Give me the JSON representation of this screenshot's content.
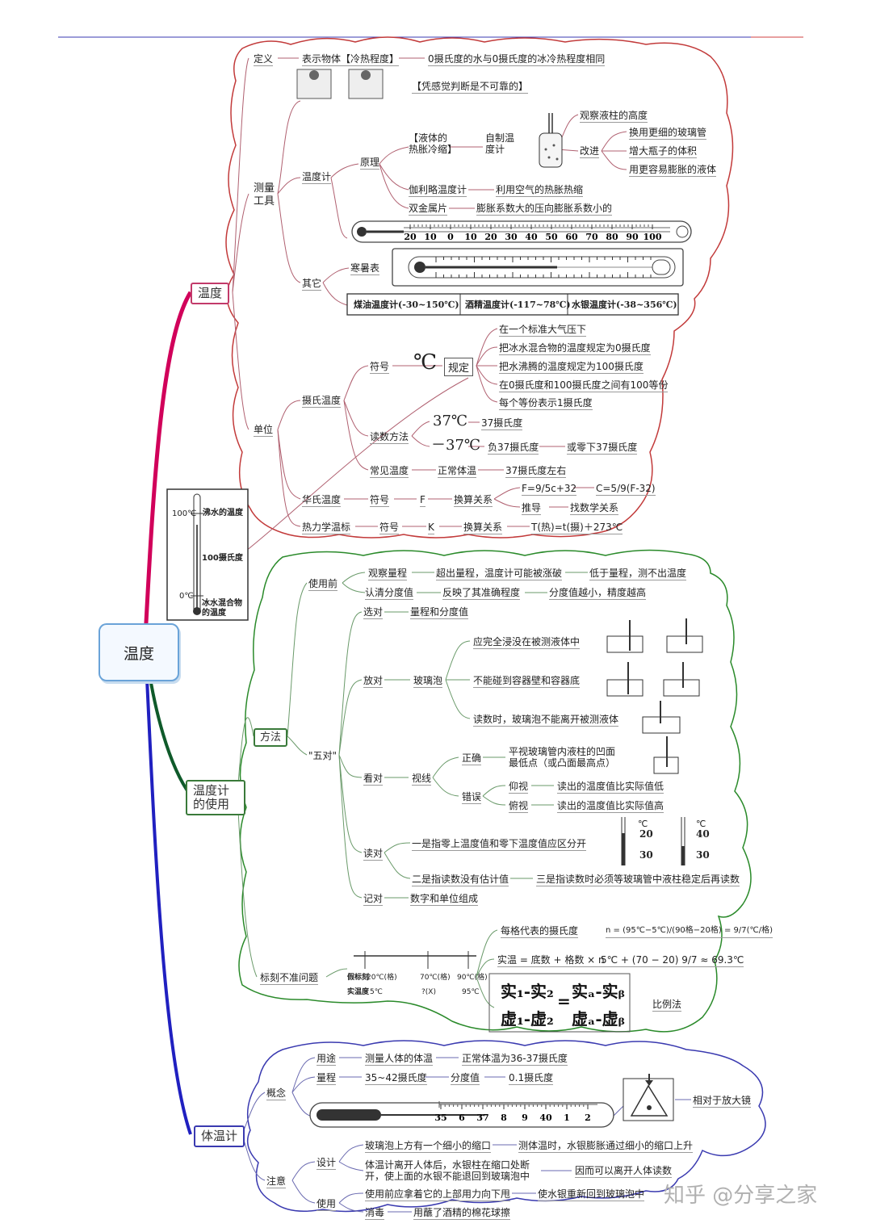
{
  "root": "温度",
  "section_temp": {
    "title": "温度",
    "def_label": "定义",
    "def_text": "表示物体【冷热程度】",
    "def_text2": "0摄氏度的水与0摄氏度的冰冷热程度相同",
    "feel": "【凭感觉判断是不可靠的】",
    "tool_label": "测量工具",
    "thermometer": "温度计",
    "principle": "原理",
    "liquid_exp": "【液体的热胀冷缩】",
    "self_made": "自制温度计",
    "observe": "观察液柱的高度",
    "improve": "改进",
    "imp1": "换用更细的玻璃管",
    "imp2": "增大瓶子的体积",
    "imp3": "用更容易膨胀的液体",
    "galileo": "伽利略温度计",
    "galileo_desc": "利用空气的热胀热缩",
    "bimetal": "双金属片",
    "bimetal_desc": "膨胀系数大的压向膨胀系数小的",
    "scale_ticks": [
      "20",
      "10",
      "0",
      "10",
      "20",
      "30",
      "40",
      "50",
      "60",
      "70",
      "80",
      "90",
      "100"
    ],
    "others": "其它",
    "hanshu": "寒暑表",
    "kero": "煤油温度计(-30~150℃)",
    "alcohol": "酒精温度计(-117~78℃)",
    "mercury": "水银温度计(-38~356℃)",
    "unit_label": "单位",
    "celsius": "摄氏温度",
    "symbol": "符号",
    "degC": "℃",
    "rule": "规定",
    "rule1": "在一个标准大气压下",
    "rule2": "把冰水混合物的温度规定为0摄氏度",
    "rule3": "把水沸腾的温度规定为100摄氏度",
    "rule4": "在0摄氏度和100摄氏度之间有100等份",
    "rule5": "每个等份表示1摄氏度",
    "read_method": "读数方法",
    "r37": "37℃",
    "r37t": "37摄氏度",
    "rm37": "－37℃",
    "rm37t": "负37摄氏度",
    "rm37t2": "或零下37摄氏度",
    "common": "常见温度",
    "body_temp": "正常体温",
    "body_temp_v": "37摄氏度左右",
    "fahrenheit": "华氏温度",
    "f_symbol": "符号",
    "f_sym": "F",
    "conv": "换算关系",
    "f_formula1": "F=9/5c+32",
    "f_formula2": "C=5/9(F-32)",
    "derive": "推导",
    "derive_desc": "找数学关系",
    "kelvin": "热力学温标",
    "k_symbol": "符号",
    "k_sym": "K",
    "k_conv": "换算关系",
    "k_formula": "T(热)=t(摄)＋273℃"
  },
  "thermo_side": {
    "t100": "100℃",
    "boil": "沸水的温度",
    "mid": "100摄氏度",
    "t0": "0℃",
    "ice": "冰水混合物的温度"
  },
  "section_use": {
    "title": "温度计的使用",
    "before": "使用前",
    "range": "观察量程",
    "range1": "超出量程，温度计可能被涨破",
    "range2": "低于量程，测不出温度",
    "div": "认清分度值",
    "div1": "反映了其准确程度",
    "div2": "分度值越小，精度越高",
    "method": "方法",
    "five": "\"五对\"",
    "select": "选对",
    "select1": "量程和分度值",
    "place": "放对",
    "bulb": "玻璃泡",
    "place1": "应完全浸没在被测液体中",
    "place2": "不能碰到容器壁和容器底",
    "place3": "读数时，玻璃泡不能离开被测液体",
    "look": "看对",
    "sight": "视线",
    "correct": "正确",
    "correct1": "平视玻璃管内液柱的凹面最低点（或凸面最高点）",
    "wrong": "错误",
    "up": "仰视",
    "up1": "读出的温度值比实际值低",
    "down": "俯视",
    "down1": "读出的温度值比实际值高",
    "read": "读对",
    "read1": "一是指零上温度值和零下温度值应区分开",
    "read2": "二是指读数没有估计值",
    "read3": "三是指读数时必须等玻璃管中液柱稳定后再读数",
    "record": "记对",
    "record1": "数字和单位组成",
    "inaccurate": "标刻不准问题",
    "per": "每格代表的摄氏度",
    "per_formula": "n = (95℃−5℃)/(90格−20格) = 9/7(℃/格)",
    "real": "实温 = 底数 + 格数 × n",
    "real_formula": "5℃ + (70 − 20) 9/7 ≈ 69.3℃",
    "ratio": "比例法",
    "frac_top": "实₁-实₂",
    "frac_bot": "虚₁-虚₂",
    "frac_top2": "实ₐ-实ᵦ",
    "frac_bot2": "虚ₐ-虚ᵦ",
    "v20": "20℃(格)",
    "v70": "70℃(格)",
    "v90": "90℃(格)",
    "s5": "5℃",
    "sq": "?(X)",
    "s95": "95℃",
    "fake": "假标刻",
    "realrow": "实温度",
    "scale_20": "20",
    "scale_30": "30",
    "scale_40": "40",
    "scale_30b": "30",
    "unit_c": "℃"
  },
  "section_body": {
    "title": "体温计",
    "concept": "概念",
    "usage": "用途",
    "usage1": "测量人体的体温",
    "usage2": "正常体温为36-37摄氏度",
    "range": "量程",
    "range1": "35~42摄氏度",
    "div": "分度值",
    "div1": "0.1摄氏度",
    "ticks": [
      "35",
      "6",
      "37",
      "8",
      "9",
      "40",
      "1",
      "2"
    ],
    "magnify": "相对于放大镜",
    "notice": "注意",
    "design": "设计",
    "design1": "玻璃泡上方有一个细小的缩口",
    "design2": "测体温时，水银膨胀通过细小的缩口上升",
    "design3": "体温计离开人体后，水银柱在缩口处断开，使上面的水银不能退回到玻璃泡中",
    "design4": "因而可以离开人体读数",
    "use": "使用",
    "use1": "使用前应拿着它的上部用力向下甩",
    "use2": "使水银重新回到玻璃泡中",
    "disinfect": "消毒",
    "disinfect1": "用蘸了酒精的棉花球擦"
  },
  "watermark": "知乎 @分享之家",
  "colors": {
    "red": "#c23a6a",
    "green": "#3a7a3a",
    "blue": "#3a3ab0",
    "root": "#6aa3d8"
  }
}
